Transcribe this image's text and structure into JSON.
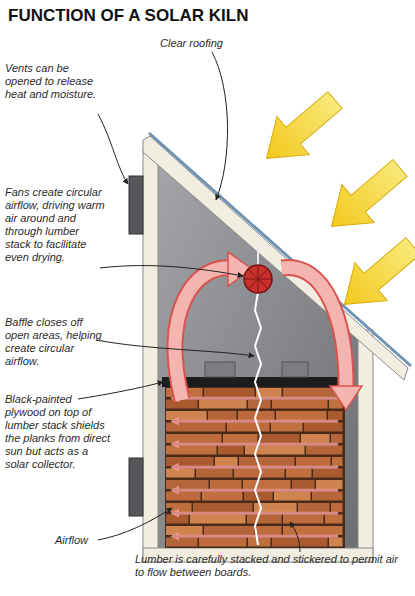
{
  "diagram": {
    "title": "FUNCTION OF A SOLAR KILN",
    "labels": [
      "Clear roofing",
      "Vents can be opened to release heat and moisture.",
      "Fans create circular airflow, driving warm air around and through lumber stack to facilitate even drying.",
      "Baffle closes off open areas, helping create circular airflow.",
      "Black-painted plywood on top of lumber stack shields the planks from direct sun but acts as a solar collector.",
      "Airflow",
      "Lumber is carefully stacked and stickered to permit air to flow between boards."
    ]
  }
}
